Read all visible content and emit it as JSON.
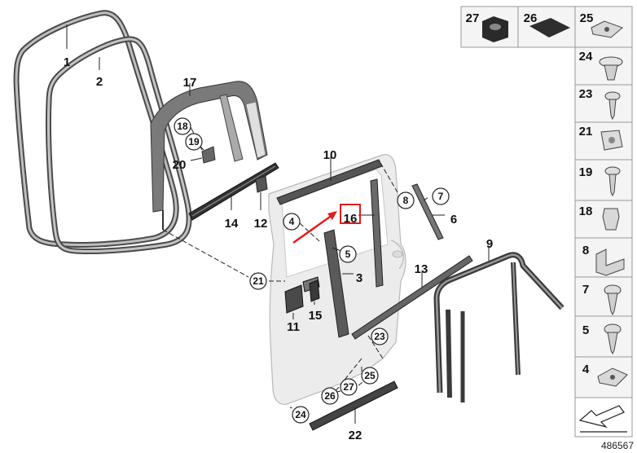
{
  "diagram": {
    "reference_number": "486567",
    "main_callouts": [
      {
        "id": "1",
        "label": "1",
        "circled": false
      },
      {
        "id": "2",
        "label": "2",
        "circled": false
      },
      {
        "id": "3",
        "label": "3",
        "circled": false
      },
      {
        "id": "4",
        "label": "4",
        "circled": true
      },
      {
        "id": "5",
        "label": "5",
        "circled": true
      },
      {
        "id": "6",
        "label": "6",
        "circled": false
      },
      {
        "id": "7",
        "label": "7",
        "circled": true
      },
      {
        "id": "8",
        "label": "8",
        "circled": true
      },
      {
        "id": "9",
        "label": "9",
        "circled": false
      },
      {
        "id": "10",
        "label": "10",
        "circled": false
      },
      {
        "id": "11",
        "label": "11",
        "circled": false
      },
      {
        "id": "12",
        "label": "12",
        "circled": false
      },
      {
        "id": "13",
        "label": "13",
        "circled": false
      },
      {
        "id": "14",
        "label": "14",
        "circled": false
      },
      {
        "id": "15",
        "label": "15",
        "circled": false
      },
      {
        "id": "16",
        "label": "16",
        "circled": false,
        "highlighted": true
      },
      {
        "id": "17",
        "label": "17",
        "circled": false
      },
      {
        "id": "18",
        "label": "18",
        "circled": true
      },
      {
        "id": "19",
        "label": "19",
        "circled": true
      },
      {
        "id": "20",
        "label": "20",
        "circled": false
      },
      {
        "id": "21",
        "label": "21",
        "circled": true
      },
      {
        "id": "22",
        "label": "22",
        "circled": false
      },
      {
        "id": "23",
        "label": "23",
        "circled": true
      },
      {
        "id": "24",
        "label": "24",
        "circled": true
      },
      {
        "id": "25",
        "label": "25",
        "circled": true
      },
      {
        "id": "26",
        "label": "26",
        "circled": true
      },
      {
        "id": "27",
        "label": "27",
        "circled": true
      }
    ],
    "parts_legend": {
      "top_row": [
        {
          "label": "27",
          "icon": "grommet-icon"
        },
        {
          "label": "26",
          "icon": "pad-icon"
        },
        {
          "label": "25",
          "icon": "clip-nut-icon"
        }
      ],
      "column": [
        {
          "label": "24",
          "icon": "expanding-rivet-icon"
        },
        {
          "label": "23",
          "icon": "screw-icon"
        },
        {
          "label": "21",
          "icon": "nut-icon"
        },
        {
          "label": "19",
          "icon": "screw-icon"
        },
        {
          "label": "18",
          "icon": "spring-clip-icon"
        },
        {
          "label": "8",
          "icon": "bracket-icon"
        },
        {
          "label": "7",
          "icon": "screw-icon"
        },
        {
          "label": "5",
          "icon": "self-tapping-screw-icon"
        },
        {
          "label": "4",
          "icon": "clip-nut-icon"
        }
      ]
    },
    "highlight_color": "#e31b1b"
  }
}
